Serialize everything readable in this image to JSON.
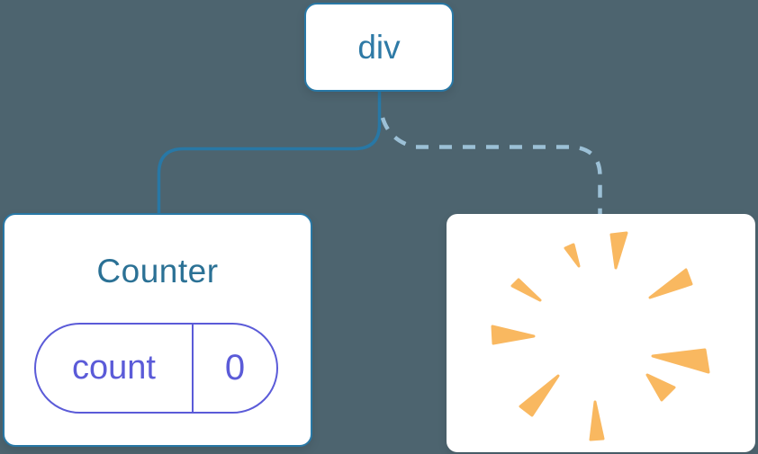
{
  "diagram": {
    "type": "component-tree",
    "root": {
      "label": "div"
    },
    "children": [
      {
        "label": "Counter",
        "connection": "solid",
        "state": {
          "key": "count",
          "value": "0"
        }
      },
      {
        "label": "",
        "connection": "dashed",
        "icon": "starburst-icon",
        "meaning": "component-removed-poof"
      }
    ]
  },
  "colors": {
    "background": "#4d646f",
    "node_bg": "#ffffff",
    "node_border": "#2878a6",
    "root_label": "#2e7aa6",
    "counter_title": "#2b7195",
    "solid_line": "#2878a6",
    "dashed_line": "#9cc0d6",
    "state_pill": "#5b5bd8",
    "starburst": "#f9b860"
  }
}
